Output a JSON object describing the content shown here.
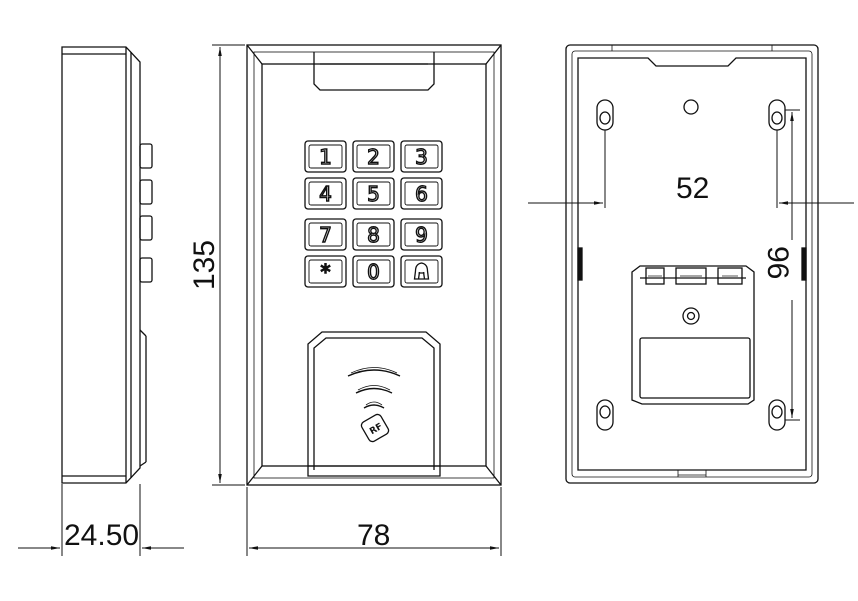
{
  "drawing": {
    "dimensions": {
      "depth": "24.50",
      "height": "135",
      "width": "78",
      "mount_hole_horizontal": "52",
      "mount_hole_vertical": "96"
    },
    "keypad": {
      "keys": [
        "1",
        "2",
        "3",
        "4",
        "5",
        "6",
        "7",
        "8",
        "9",
        "*",
        "0",
        "bell"
      ],
      "star": "*",
      "bell_icon": "bell-icon"
    },
    "rf_reader": {
      "label": "RF",
      "icon": "rfid-wave-icon"
    },
    "colors": {
      "line": "#111111",
      "background": "#ffffff"
    }
  }
}
